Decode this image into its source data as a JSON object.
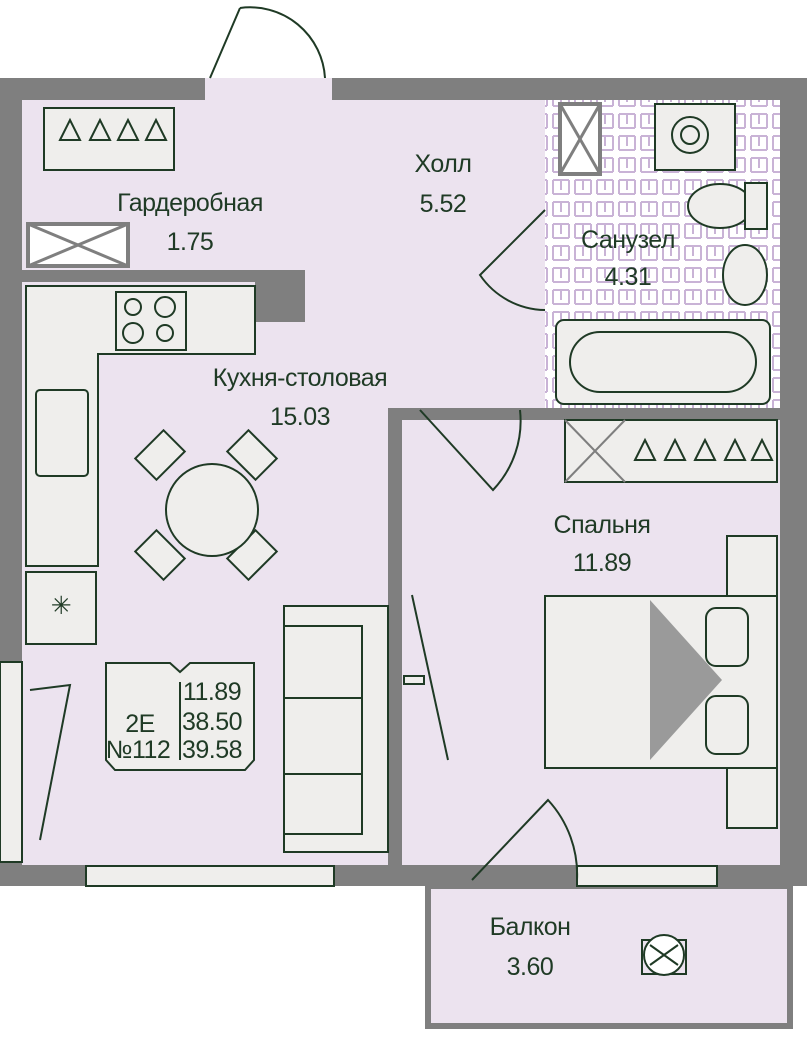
{
  "plan": {
    "colors": {
      "wall": "#7f7f7f",
      "room": "#ece3ef",
      "text": "#1f3a25",
      "furniture": "#efeeec"
    },
    "rooms": [
      {
        "name": "Гардеробная",
        "area": "1.75"
      },
      {
        "name": "Холл",
        "area": "5.52"
      },
      {
        "name": "Санузел",
        "area": "4.31"
      },
      {
        "name": "Кухня-столовая",
        "area": "15.03"
      },
      {
        "name": "Спальня",
        "area": "11.89"
      },
      {
        "name": "Балкон",
        "area": "3.60"
      }
    ],
    "badge": {
      "type": "2E",
      "number": "№112",
      "areas": [
        "11.89",
        "38.50",
        "39.58"
      ]
    }
  }
}
